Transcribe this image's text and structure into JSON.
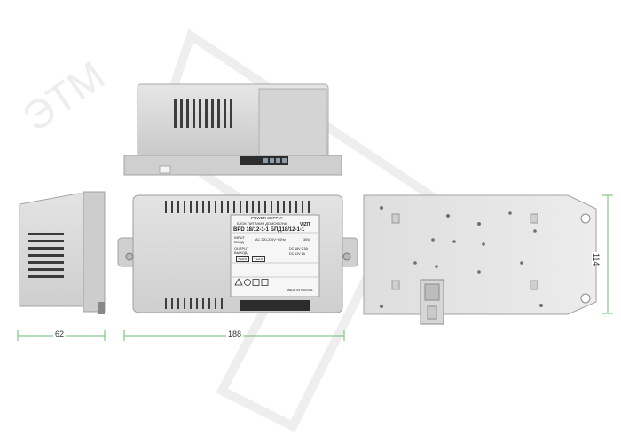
{
  "dimensions": {
    "depth": "62",
    "width": "188",
    "height": "114"
  },
  "label": {
    "header": "POWER SUPPLY",
    "subheader": "БЛОК ПИТАНИЯ ДОМОФОНА",
    "brand": "VIZIT",
    "model": "BPD 18/12-1-1 БПД18/12-1-1",
    "input_en": "INPUT",
    "input_ru": "ВХОД",
    "input_value": "AC 220-230V~50Hz",
    "input_power": "30W",
    "output_en": "OUTPUT",
    "output_ru": "ВЫХОД",
    "output_v1": "+18V",
    "output_v2": "+12V",
    "output_curr1": "DC 18V 0.5A",
    "output_curr2": "DC 12V 1A",
    "made_in": "MADE IN RUSSIA"
  },
  "watermark": {
    "text": "ЭТМ"
  },
  "colors": {
    "body": "#dcdcdc",
    "body_dark": "#bdbdbd",
    "vent": "#3a3a3a",
    "dimension_line": "#6abf6a",
    "watermark": "#e9e9e9"
  }
}
